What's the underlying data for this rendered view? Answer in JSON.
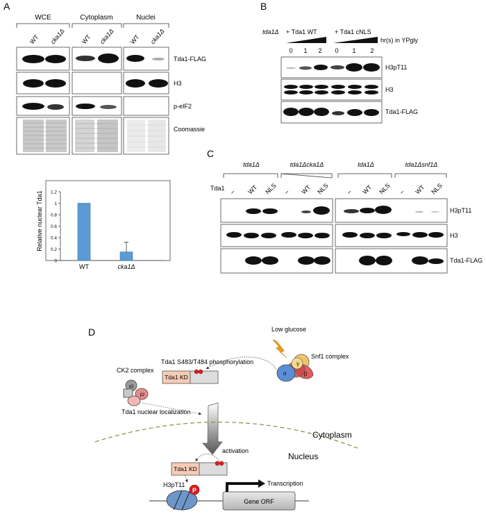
{
  "panelA": {
    "label": "A",
    "groups": [
      "WCE",
      "Cytoplasm",
      "Nuclei"
    ],
    "lanes": [
      "WT",
      "cka1Δ",
      "WT",
      "cka1Δ",
      "WT",
      "cka1Δ"
    ],
    "rows": [
      "Tda1-FLAG",
      "H3",
      "p-eIF2",
      "Coomassie"
    ]
  },
  "panelB": {
    "label": "B",
    "strain": "tda1Δ",
    "group1": "+ Tda1 WT",
    "group2": "+ Tda1 cNLS",
    "times": [
      "0",
      "1",
      "2",
      "0",
      "1",
      "2"
    ],
    "time_label": "hr(s) in YPgly",
    "rows": [
      "H3pT11",
      "H3",
      "Tda1-FLAG"
    ]
  },
  "panelC": {
    "label": "C",
    "strains": [
      "tda1Δ",
      "tda1Δcka1Δ",
      "tda1Δ",
      "tda1Δsnf1Δ"
    ],
    "row_prefix": "Tda1",
    "lanes": [
      "–",
      "WT",
      "NLS",
      "–",
      "WT",
      "NLS",
      "–",
      "WT",
      "NLS",
      "–",
      "WT",
      "NLS"
    ],
    "rows": [
      "H3pT11",
      "H3",
      "Tda1-FLAG"
    ]
  },
  "panelD": {
    "label": "D",
    "low_glucose": "Low glucose",
    "snf1_complex": "Snf1 complex",
    "phosphorylation": "Tda1 S483/T484 phosphorylation",
    "ck2_complex": "CK2 complex",
    "nuclear_localization": "Tda1 nuclear localization",
    "cytoplasm": "Cytoplasm",
    "nucleus": "Nucleus",
    "activation": "activation",
    "tda1_kd": "Tda1 KD",
    "h3pt11": "H3pT11",
    "transcription": "Transcription",
    "gene_orf": "Gene ORF",
    "phospho_letter": "P",
    "alpha": "α",
    "beta": "β",
    "gamma": "γ",
    "a2": "α2",
    "b2": "β2"
  },
  "chart_data": {
    "type": "bar",
    "categories": [
      "WT",
      "cka1Δ"
    ],
    "values": [
      1.0,
      0.15
    ],
    "errors": [
      0,
      0.17
    ],
    "ylabel": "Relative nuclear Tda1",
    "ylim": [
      0,
      1.2
    ],
    "yticks": [
      "0",
      "0.2",
      "0.4",
      "0.6",
      "0.8",
      "1",
      "1.2"
    ],
    "bar_color": "#5b9bd5"
  }
}
